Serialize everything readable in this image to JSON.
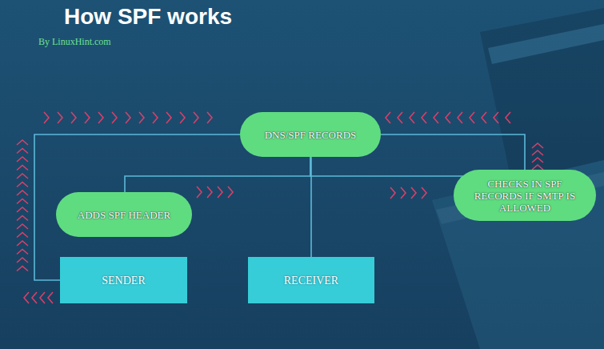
{
  "diagram": {
    "title": "How SPF works",
    "nodes": [
      {
        "text": [
          "DNS/SPF RECORDS"
        ]
      },
      {
        "text": [
          "ADDS SPF HEADER"
        ]
      },
      {
        "text": [
          "CHECKS IN SPF RECORDS IF SMTP IS ALLOWED"
        ]
      },
      {
        "text": [
          "SENDER"
        ]
      },
      {
        "text": [
          "RECEIVER"
        ]
      }
    ],
    "edges": [
      {
        "from": 0,
        "to": 3,
        "arrow": "none"
      },
      {
        "from": 0,
        "to": 2,
        "arrow": "none"
      },
      {
        "from": 0,
        "to": 1,
        "arrow": "none"
      },
      {
        "from": 0,
        "to": 4,
        "arrow": "none"
      },
      {
        "from": 0,
        "to": 2,
        "arrow": "none"
      }
    ],
    "labels": [
      "By LinuxHint.com"
    ]
  }
}
